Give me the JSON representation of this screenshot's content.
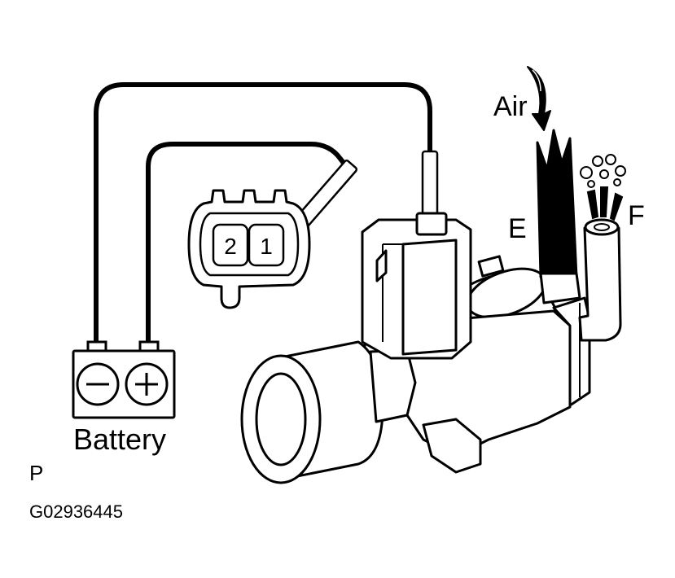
{
  "labels": {
    "air": "Air",
    "port_e": "E",
    "port_f": "F",
    "connector_pin_2": "2",
    "connector_pin_1": "1",
    "battery": "Battery",
    "view": "P",
    "figure_code": "G02936445"
  },
  "colors": {
    "line": "#000000",
    "background": "#ffffff"
  },
  "icons": {
    "battery_negative": "minus-sign-icon",
    "battery_positive": "plus-sign-icon",
    "air_flow": "curved-arrow-icon",
    "air_spray": "air-puff-icon"
  }
}
